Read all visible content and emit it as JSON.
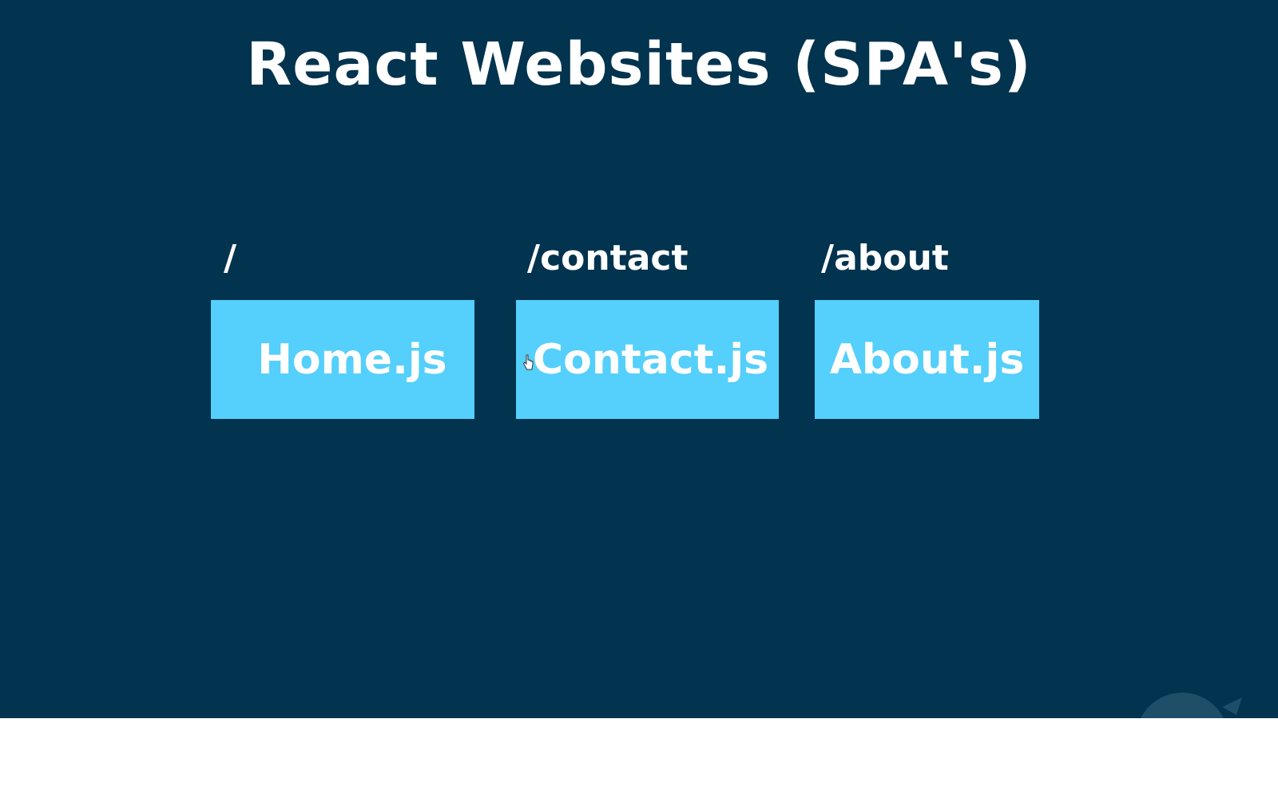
{
  "title": "React Websites (SPA's)",
  "routes": [
    {
      "path": "/",
      "component": "Home.js"
    },
    {
      "path": "/contact",
      "component": "Contact.js"
    },
    {
      "path": "/about",
      "component": "About.js"
    }
  ],
  "colors": {
    "background": "#02334f",
    "component_box": "#55cffb",
    "text": "#ffffff"
  },
  "icons": {
    "cursor": "hand-pointer-icon",
    "watermark": "ninja-logo"
  }
}
